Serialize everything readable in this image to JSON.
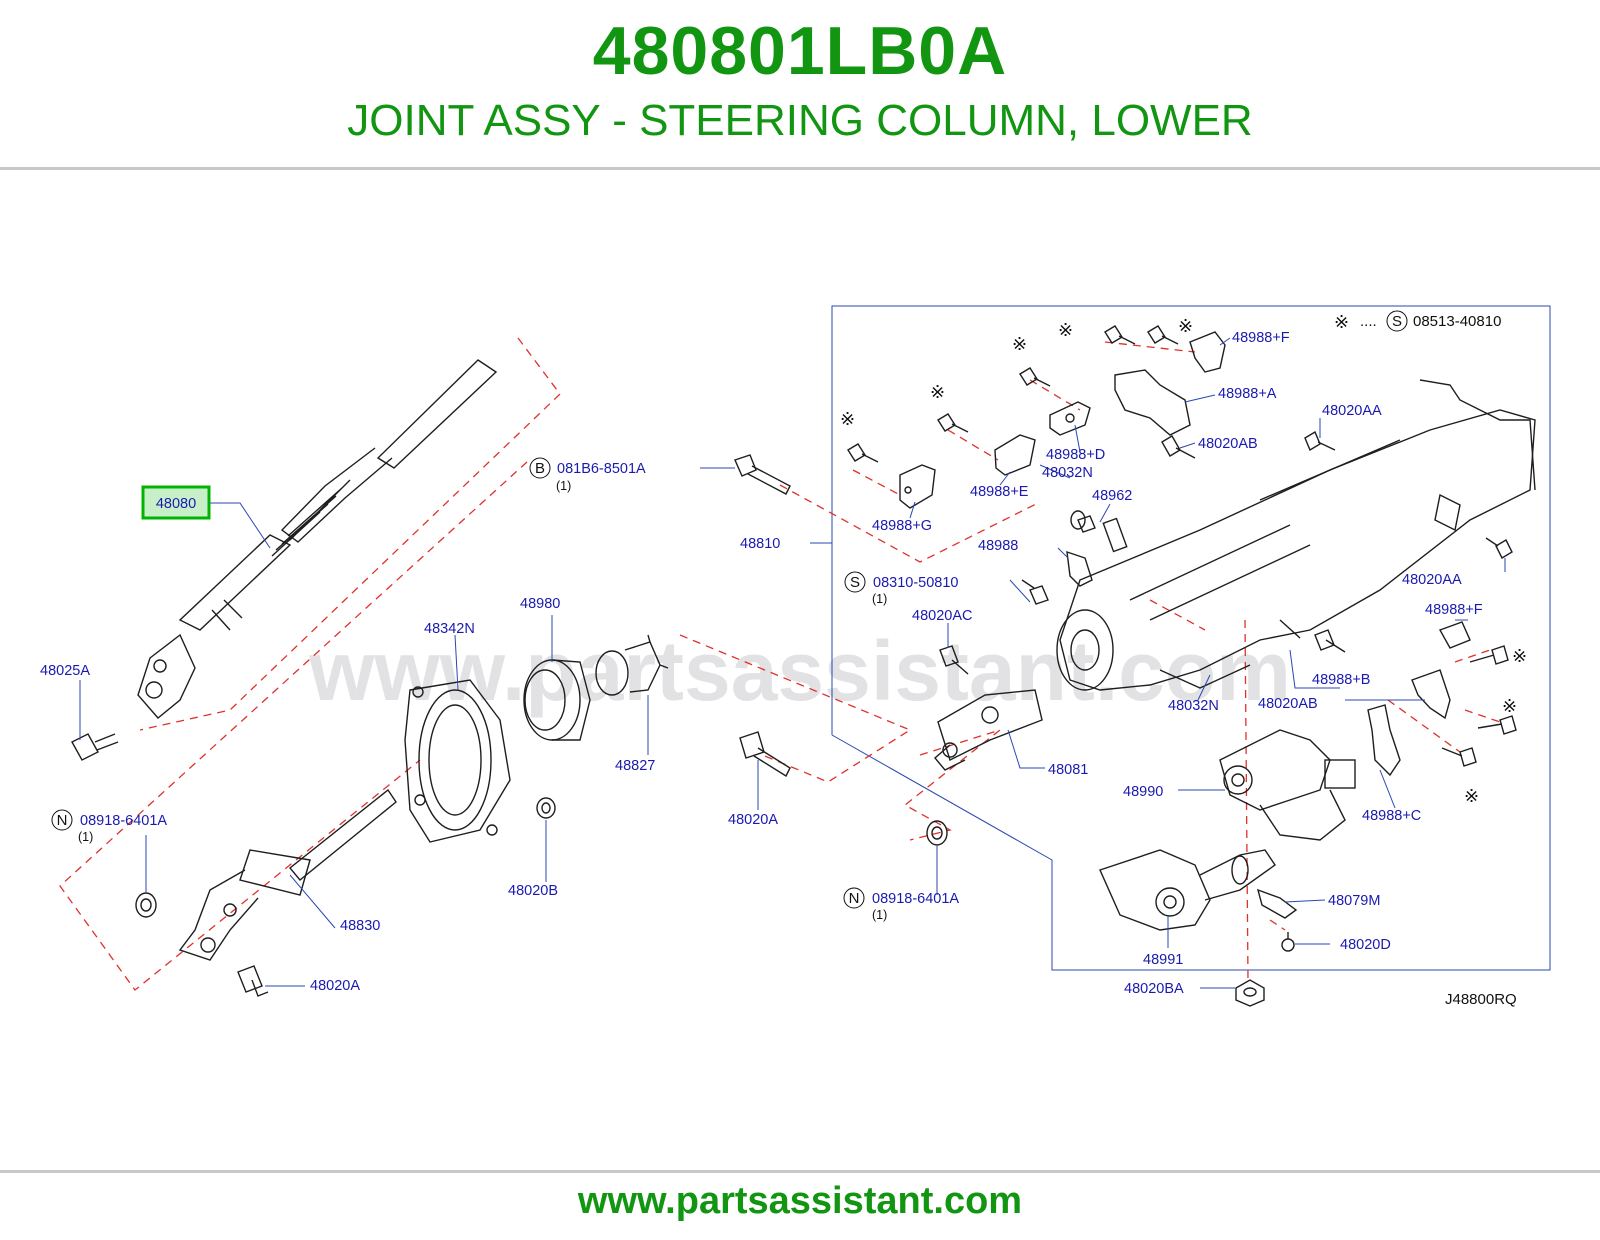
{
  "header": {
    "part_number": "480801LB0A",
    "part_name": "JOINT ASSY - STEERING COLUMN, LOWER"
  },
  "diagram": {
    "reference_code": "J48800RQ",
    "watermark": "www.partsassistant.com",
    "highlighted_part": "48080",
    "legend": {
      "symbol": "※",
      "dots": "....",
      "circle_letter": "S",
      "part": "08513-40810"
    },
    "labels": {
      "p48080": "48080",
      "p48025A": "48025A",
      "p08918_left": "08918-6401A",
      "p08918_left_qty": "(1)",
      "p48830": "48830",
      "p48020A_left": "48020A",
      "p48342N": "48342N",
      "p48980": "48980",
      "p48827": "48827",
      "p48020B": "48020B",
      "p081B6": "081B6-8501A",
      "p081B6_qty": "(1)",
      "p48810": "48810",
      "p48020A_mid": "48020A",
      "p48081": "48081",
      "p08918_mid": "08918-6401A",
      "p08918_mid_qty": "(1)",
      "p48988G": "48988+G",
      "p48988E": "48988+E",
      "p48988D": "48988+D",
      "p48032N_top": "48032N",
      "p48988A": "48988+A",
      "p48988F_top": "48988+F",
      "p48020AA_top": "48020AA",
      "p48020AB_top": "48020AB",
      "p48962": "48962",
      "p48988": "48988",
      "p08310": "08310-50810",
      "p08310_qty": "(1)",
      "p48020AC": "48020AC",
      "p48032N_bot": "48032N",
      "p48020AA_right": "48020AA",
      "p48988F_right": "48988+F",
      "p48988B": "48988+B",
      "p48020AB_bot": "48020AB",
      "p48990": "48990",
      "p48988C": "48988+C",
      "p48079M": "48079M",
      "p48991": "48991",
      "p48020D": "48020D",
      "p48020BA": "48020BA"
    },
    "circle_letters": {
      "B": "B",
      "S": "S",
      "N": "N"
    }
  },
  "footer": {
    "url": "www.partsassistant.com"
  },
  "colors": {
    "title_green": "#129612",
    "label_blue": "#1a1ab0",
    "dash_red": "#e0312b",
    "highlight": "#00b400"
  }
}
